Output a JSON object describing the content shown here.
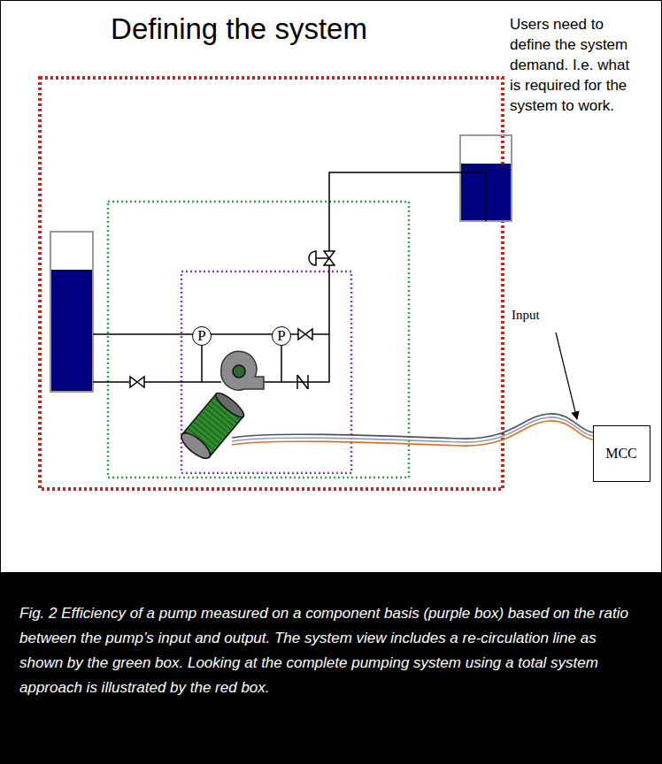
{
  "diagram": {
    "title": "Defining the system",
    "caption": "Fig. 2 Efficiency of a pump measured on a component basis (purple box) based on the ratio between the pump’s input and output. The system view includes a re-circulation line as shown by the green box. Looking at the complete pumping system using a total system approach is illustrated by the red box.",
    "nodes": [
      {
        "text": [
          "P"
        ]
      },
      {
        "text": [
          "P"
        ]
      },
      {
        "text": [
          "MCC"
        ]
      }
    ],
    "labels": [
      "Users need to define the system demand. I.e. what is required for the system to work.",
      "Input"
    ]
  }
}
